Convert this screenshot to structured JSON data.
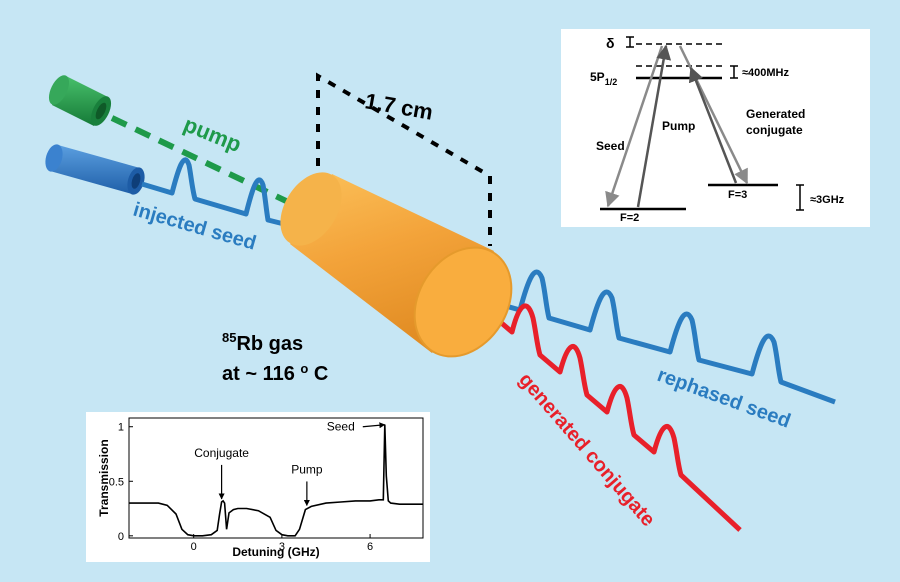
{
  "scene": {
    "pump_label": "pump",
    "seed_label": "injected seed",
    "length_label": "1.7 cm",
    "gas_isotope": "85",
    "gas_label": "Rb gas",
    "temp_prefix": "at ~ 116 ",
    "temp_degree": "o",
    "temp_unit": " C",
    "rephased_label": "rephased seed",
    "conjugate_label": "generated conjugate"
  },
  "level_diagram": {
    "delta": "δ",
    "excited_base": "5P",
    "excited_sub": "1/2",
    "detuning_400": "≈400MHz",
    "seed": "Seed",
    "pump": "Pump",
    "gen_line1": "Generated",
    "gen_line2": "conjugate",
    "f3": "F=3",
    "f2": "F=2",
    "split_3ghz": "≈3GHz"
  },
  "colors": {
    "background": "#c6e6f4",
    "seed_blue": "#2a7cc0",
    "pump_green": "#1e9a4a",
    "conjugate_red": "#e8202a",
    "cell_orange": "#f7a934"
  },
  "chart_data": {
    "type": "line",
    "xlabel": "Detuning (GHz)",
    "ylabel": "Transmission",
    "xlim": [
      -2.2,
      7.8
    ],
    "ylim": [
      -0.02,
      1.08
    ],
    "xticks": [
      0,
      3,
      6
    ],
    "yticks": [
      0,
      0.5,
      1
    ],
    "series": [
      {
        "x": [
          -2.2,
          -1.2,
          -0.9,
          -0.6,
          -0.4,
          -0.2,
          0,
          0.3,
          0.6,
          0.8,
          0.88,
          0.95,
          1.0,
          1.05,
          1.12,
          1.2,
          1.35,
          1.5,
          1.8,
          2.2,
          2.6,
          2.8,
          3.0,
          3.2,
          3.45,
          3.6,
          3.8,
          4.0,
          4.5,
          5.0,
          5.5,
          6.0,
          6.3,
          6.45,
          6.5,
          6.55,
          6.62,
          6.7,
          7.0,
          7.8
        ],
        "y": [
          0.3,
          0.3,
          0.28,
          0.2,
          0.06,
          0.01,
          0.0,
          0.0,
          0.01,
          0.05,
          0.2,
          0.31,
          0.32,
          0.3,
          0.06,
          0.21,
          0.24,
          0.25,
          0.25,
          0.23,
          0.17,
          0.05,
          0.01,
          0.0,
          0.0,
          0.06,
          0.24,
          0.27,
          0.3,
          0.31,
          0.32,
          0.32,
          0.33,
          0.33,
          1.02,
          0.55,
          0.32,
          0.3,
          0.29,
          0.29
        ]
      }
    ],
    "annotations": [
      {
        "text": "Conjugate",
        "x": 0.95,
        "y": 0.32
      },
      {
        "text": "Pump",
        "x": 3.85,
        "y": 0.26
      },
      {
        "text": "Seed",
        "x": 6.5,
        "y": 1.0
      }
    ]
  }
}
